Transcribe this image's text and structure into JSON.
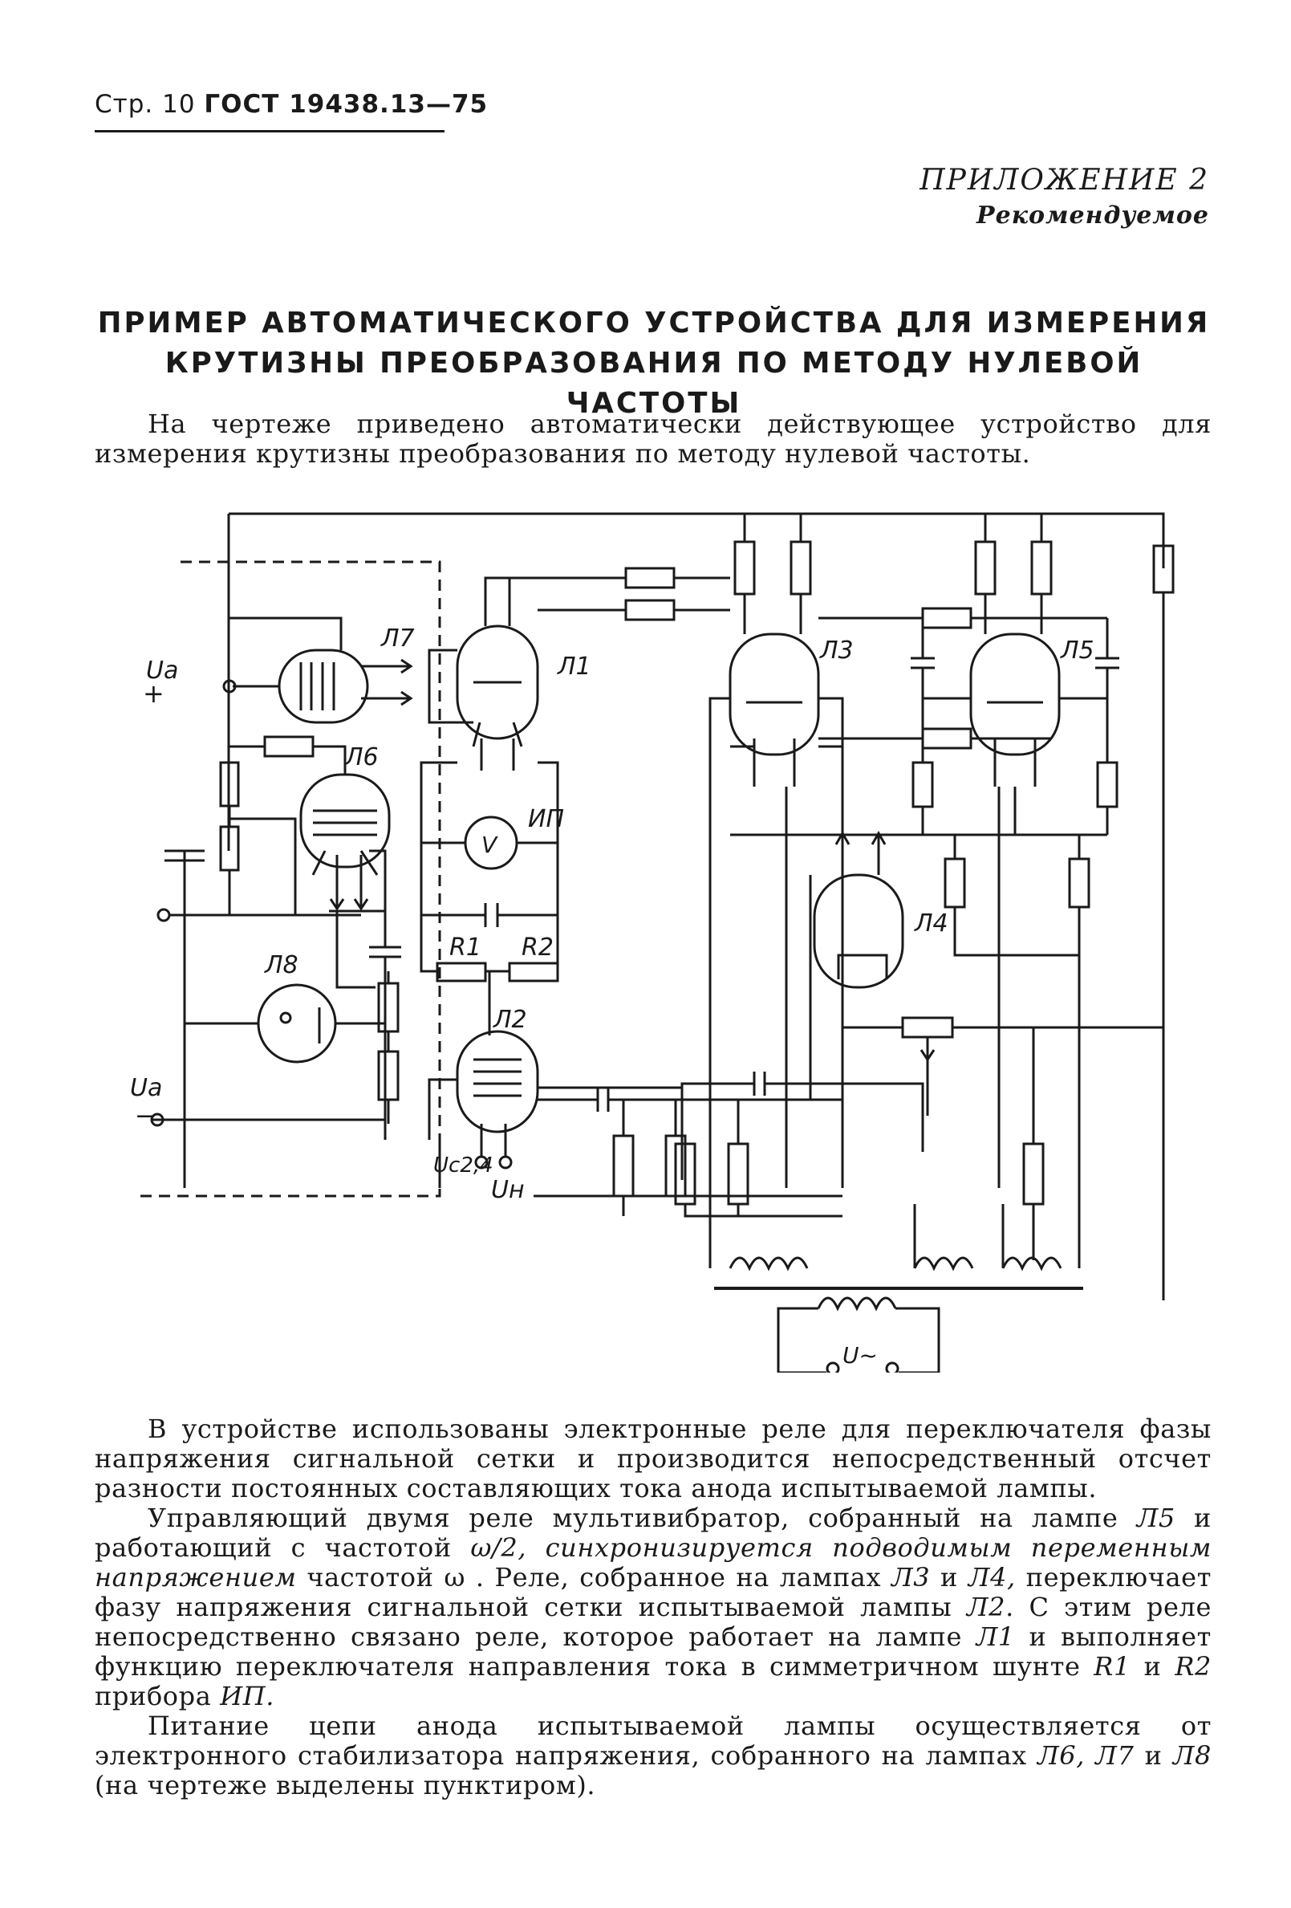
{
  "header": {
    "page_label": "Стр. 10",
    "standard": "ГОСТ 19438.13—75"
  },
  "appendix": {
    "label": "ПРИЛОЖЕНИЕ 2",
    "status": "Рекомендуемое"
  },
  "title": {
    "line1": "ПРИМЕР АВТОМАТИЧЕСКОГО УСТРОЙСТВА ДЛЯ ИЗМЕРЕНИЯ",
    "line2": "КРУТИЗНЫ ПРЕОБРАЗОВАНИЯ ПО МЕТОДУ НУЛЕВОЙ ЧАСТОТЫ"
  },
  "intro": "На чертеже приведено автоматически действующее устройство для измерения крутизны преобразования по методу нулевой частоты.",
  "schematic_labels": {
    "L1": "Л1",
    "L2": "Л2",
    "L3": "Л3",
    "L4": "Л4",
    "L5": "Л5",
    "L6": "Л6",
    "L7": "Л7",
    "L8": "Л8",
    "IP": "ИП",
    "V": "V",
    "R1": "R1",
    "R2": "R2",
    "Ua_top": "Ua",
    "plus": "+",
    "Ua_bottom": "Ua",
    "minus": "−",
    "Ucg": "Uc2,4",
    "Un": "Uн",
    "Uac": "U~"
  },
  "body": {
    "p1": "В устройстве использованы электронные реле для переключателя фазы напряжения сигнальной сетки и производится непосредственный отсчет разности постоянных составляющих тока анода испытываемой лампы.",
    "p2_a": "Управляющий двумя реле мультивибратор, собранный на лампе ",
    "p2_b": "Л5",
    "p2_c": " и работающий с частотой ",
    "p2_d": "ω/2, синхронизируется подводимым переменным напряжением",
    "p2_e": " частотой ω . Реле, собранное на лампах ",
    "p2_f": "Л3",
    "p2_g": " и ",
    "p2_h": "Л4,",
    "p2_i": " переключает фазу напряжения сигнальной сетки испытываемой лампы ",
    "p2_j": "Л2",
    "p2_k": ". С этим реле непосредственно связано реле, которое работает на лампе ",
    "p2_l": "Л1",
    "p2_m": " и выполняет функцию переключателя направления тока в симметричном шунте ",
    "p2_n": "R1",
    "p2_o": " и ",
    "p2_p": "R2",
    "p2_q": " прибора ",
    "p2_r": "ИП.",
    "p3_a": "Питание цепи анода испытываемой лампы осуществляется от электронного стабилизатора напряжения, собранного на лампах ",
    "p3_b": "Л6, Л7",
    "p3_c": " и ",
    "p3_d": "Л8",
    "p3_e": " (на чертеже выделены пунктиром)."
  }
}
